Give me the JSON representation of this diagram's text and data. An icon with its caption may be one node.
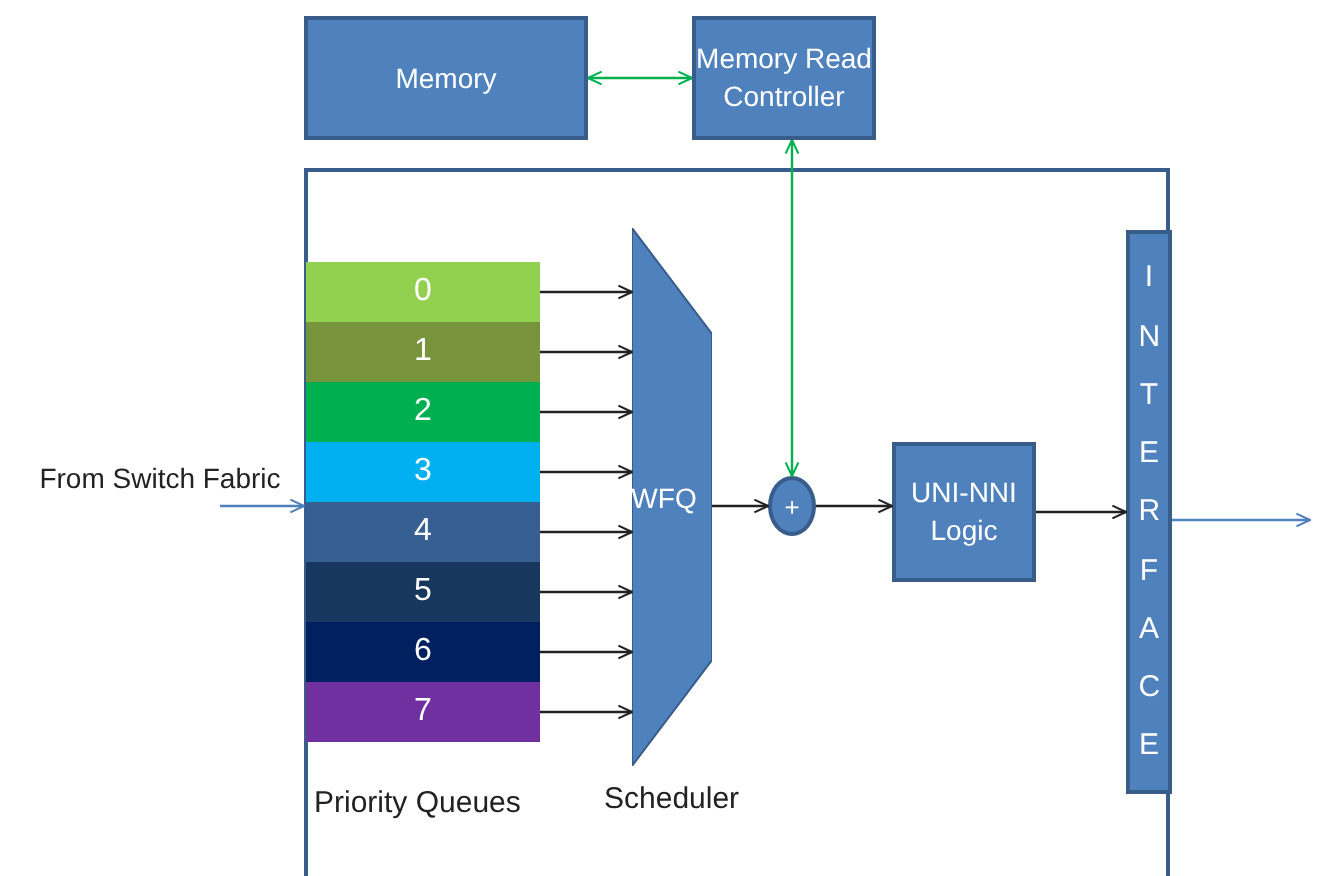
{
  "diagram": {
    "nodes": [
      {
        "text": [
          "Memory"
        ]
      },
      {
        "text": [
          "Memory Read Controller"
        ]
      },
      {
        "text": [],
        "shape": "box"
      },
      {
        "text": [
          "From Switch Fabric"
        ]
      },
      {
        "text": [
          "0"
        ],
        "in": 2
      },
      {
        "text": [
          "1"
        ],
        "in": 2
      },
      {
        "text": [
          "2"
        ],
        "in": 2
      },
      {
        "text": [
          "3"
        ],
        "in": 2
      },
      {
        "text": [
          "4"
        ],
        "in": 2
      },
      {
        "text": [
          "5"
        ],
        "in": 2
      },
      {
        "text": [
          "6"
        ],
        "in": 2
      },
      {
        "text": [
          "7"
        ],
        "in": 2
      },
      {
        "text": [
          "WFQ"
        ],
        "beside": [
          "Scheduler"
        ],
        "in": 2
      },
      {
        "text": [
          "+"
        ],
        "in": 2
      },
      {
        "text": [
          "UNI-NNI Logic"
        ],
        "in": 2
      },
      {
        "text": [
          "INTERFACE"
        ],
        "in": 2
      }
    ],
    "edges": [
      {
        "from": 0,
        "to": 1,
        "arrow": "both",
        "color": "#00b050"
      },
      {
        "from": 1,
        "to": 13,
        "arrow": "both",
        "color": "#00b050"
      },
      {
        "from": 3,
        "to": 2,
        "arrow": "to",
        "color": "#4f81bd"
      },
      {
        "from": 4,
        "to": 12,
        "arrow": "to"
      },
      {
        "from": 5,
        "to": 12,
        "arrow": "to"
      },
      {
        "from": 6,
        "to": 12,
        "arrow": "to"
      },
      {
        "from": 7,
        "to": 12,
        "arrow": "to"
      },
      {
        "from": 8,
        "to": 12,
        "arrow": "to"
      },
      {
        "from": 9,
        "to": 12,
        "arrow": "to"
      },
      {
        "from": 10,
        "to": 12,
        "arrow": "to"
      },
      {
        "from": 11,
        "to": 12,
        "arrow": "to"
      },
      {
        "from": 12,
        "to": 13,
        "arrow": "to"
      },
      {
        "from": 13,
        "to": 14,
        "arrow": "to"
      },
      {
        "from": 14,
        "to": 15,
        "arrow": "to"
      },
      {
        "from": 15,
        "to": null,
        "arrow": "to",
        "color": "#4f81bd"
      }
    ],
    "labels": [
      "Priority Queues"
    ]
  }
}
